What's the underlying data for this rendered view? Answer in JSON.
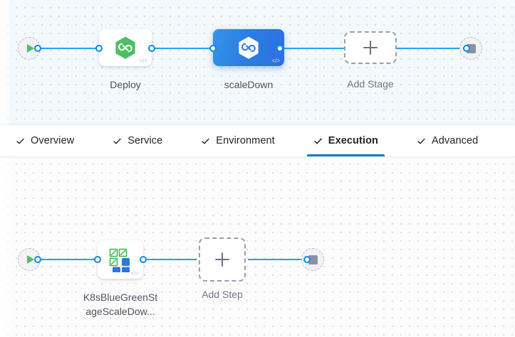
{
  "theme": {
    "accent_blue": "#0b7ad1",
    "connector_blue": "#1fa5e8",
    "selected_node_blue": "#2f6fe0",
    "stage_canvas_bg": "#f3f9fd",
    "step_canvas_bg": "#fcfcfd",
    "label_gray": "#4f5162",
    "dashed_border_gray": "#9a9db1",
    "green_logo": "#4dbf63",
    "green_play": "#4dc16a",
    "stop_gray": "#8e8fa6",
    "k8s_green": "#3cb54a",
    "k8s_blue": "#2878d8"
  },
  "stage_canvas": {
    "name": "pipeline-stage-canvas",
    "start_node": {
      "name": "pipeline-start-node",
      "icon": "play-icon"
    },
    "nodes": [
      {
        "id": "deploy",
        "label": "Deploy",
        "icon": "harness-hexagon-icon",
        "badge": "</>",
        "selected": false,
        "type": "stage"
      },
      {
        "id": "scaleDown",
        "label": "scaleDown",
        "icon": "harness-hexagon-icon",
        "badge": "</>",
        "selected": true,
        "type": "stage"
      }
    ],
    "add_stage": {
      "label": "Add Stage",
      "icon": "plus-icon"
    },
    "end_node": {
      "name": "pipeline-end-node",
      "icon": "stop-icon"
    }
  },
  "tabbar": {
    "name": "stage-config-tabs",
    "tabs": [
      {
        "id": "overview",
        "label": "Overview",
        "checked": true,
        "active": false
      },
      {
        "id": "service",
        "label": "Service",
        "checked": true,
        "active": false
      },
      {
        "id": "environment",
        "label": "Environment",
        "checked": true,
        "active": false
      },
      {
        "id": "execution",
        "label": "Execution",
        "checked": true,
        "active": true
      },
      {
        "id": "advanced",
        "label": "Advanced",
        "checked": true,
        "active": false
      }
    ]
  },
  "step_canvas": {
    "name": "execution-step-canvas",
    "start_node": {
      "name": "execution-start-node",
      "icon": "play-icon"
    },
    "nodes": [
      {
        "id": "k8sBlueGreenStageScaleDown",
        "label_line1": "K8sBlueGreenSt",
        "label_line2": "ageScaleDow...",
        "label_full": "K8sBlueGreenStageScaleDow...",
        "icon": "kubernetes-step-icon",
        "badge": "</>",
        "type": "step"
      }
    ],
    "add_step": {
      "label": "Add Step",
      "icon": "plus-icon"
    },
    "end_node": {
      "name": "execution-end-node",
      "icon": "stop-icon"
    }
  }
}
